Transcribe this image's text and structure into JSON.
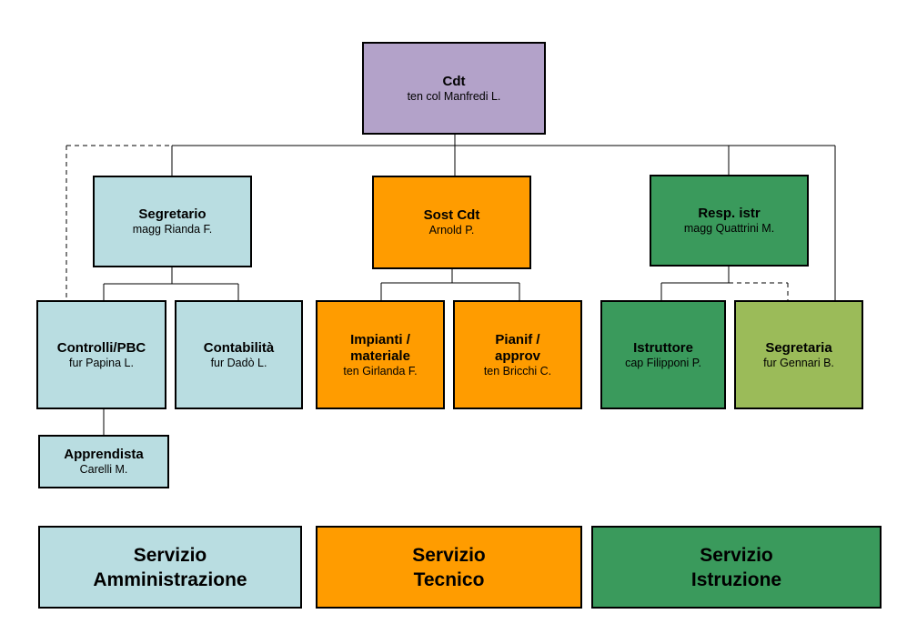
{
  "nodes": {
    "cdt": {
      "title": "Cdt",
      "name": "ten col Manfredi L."
    },
    "segretario": {
      "title": "Segretario",
      "name": "magg Rianda F."
    },
    "sost_cdt": {
      "title": "Sost Cdt",
      "name": "Arnold P."
    },
    "resp_istr": {
      "title": "Resp. istr",
      "name": "magg Quattrini M."
    },
    "controlli": {
      "title": "Controlli/PBC",
      "name": "fur Papina L."
    },
    "contabilita": {
      "title": "Contabilità",
      "name": "fur Dadò L."
    },
    "impianti": {
      "title": "Impianti /\nmateriale",
      "name": "ten Girlanda F."
    },
    "pianif": {
      "title": "Pianif /\napprov",
      "name": "ten Bricchi C."
    },
    "istruttore": {
      "title": "Istruttore",
      "name": "cap Filipponi P."
    },
    "segretaria": {
      "title": "Segretaria",
      "name": "fur Gennari B."
    },
    "apprendista": {
      "title": "Apprendista",
      "name": "Carelli M."
    }
  },
  "legend": {
    "amministrazione": "Servizio\nAmministrazione",
    "tecnico": "Servizio\nTecnico",
    "istruzione": "Servizio\nIstruzione"
  },
  "colors": {
    "command": "#b3a2c9",
    "amministrazione": "#b9dde1",
    "tecnico": "#ff9c00",
    "istruzione": "#3a9a5c",
    "segretaria": "#9bbb59"
  }
}
